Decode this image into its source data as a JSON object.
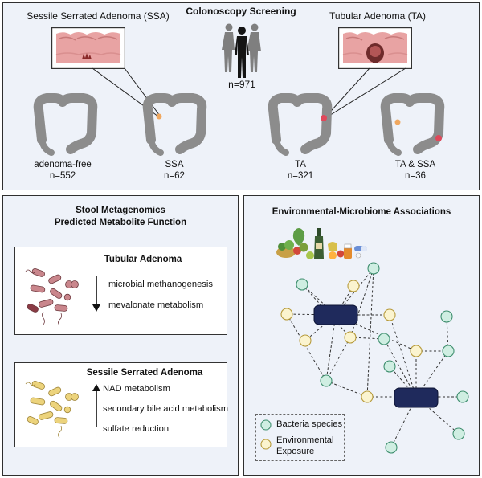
{
  "screening": {
    "title": "Colonoscopy Screening",
    "ssa_header": "Sessile Serrated Adenoma (SSA)",
    "ta_header": "Tubular Adenoma (TA)",
    "total": "n=971",
    "groups": [
      {
        "label": "adenoma-free",
        "n": "n=552"
      },
      {
        "label": "SSA",
        "n": "n=62"
      },
      {
        "label": "TA",
        "n": "n=321"
      },
      {
        "label": "TA & SSA",
        "n": "n=36"
      }
    ]
  },
  "metagenomics": {
    "title_line1": "Stool Metagenomics",
    "title_line2": "Predicted Metabolite Function",
    "ta_box": {
      "title": "Tubular Adenoma",
      "direction": "down",
      "items": [
        "microbial methanogenesis",
        "mevalonate metabolism"
      ]
    },
    "ssa_box": {
      "title": "Sessile Serrated Adenoma",
      "direction": "up",
      "items": [
        "NAD metabolism",
        "secondary bile acid metabolism",
        "sulfate reduction"
      ]
    }
  },
  "associations": {
    "title": "Environmental-Microbiome Associations",
    "legend": {
      "bacteria": "Bacteria species",
      "environment_line1": "Environmental",
      "environment_line2": "Exposure"
    }
  },
  "colors": {
    "panel_bg": "#eef2f9",
    "colon": "#8c8c8c",
    "ssa_lesion": "#f0a860",
    "ta_lesion": "#e0485a",
    "hub": "#1f2a5c",
    "bacteria_node": "#cfeee2",
    "bacteria_stroke": "#3f8f6f",
    "exposure_node": "#fbf4cf",
    "exposure_stroke": "#b79b3c",
    "ta_bacteria": "#c9868c",
    "ssa_bacteria": "#ecd37c"
  }
}
